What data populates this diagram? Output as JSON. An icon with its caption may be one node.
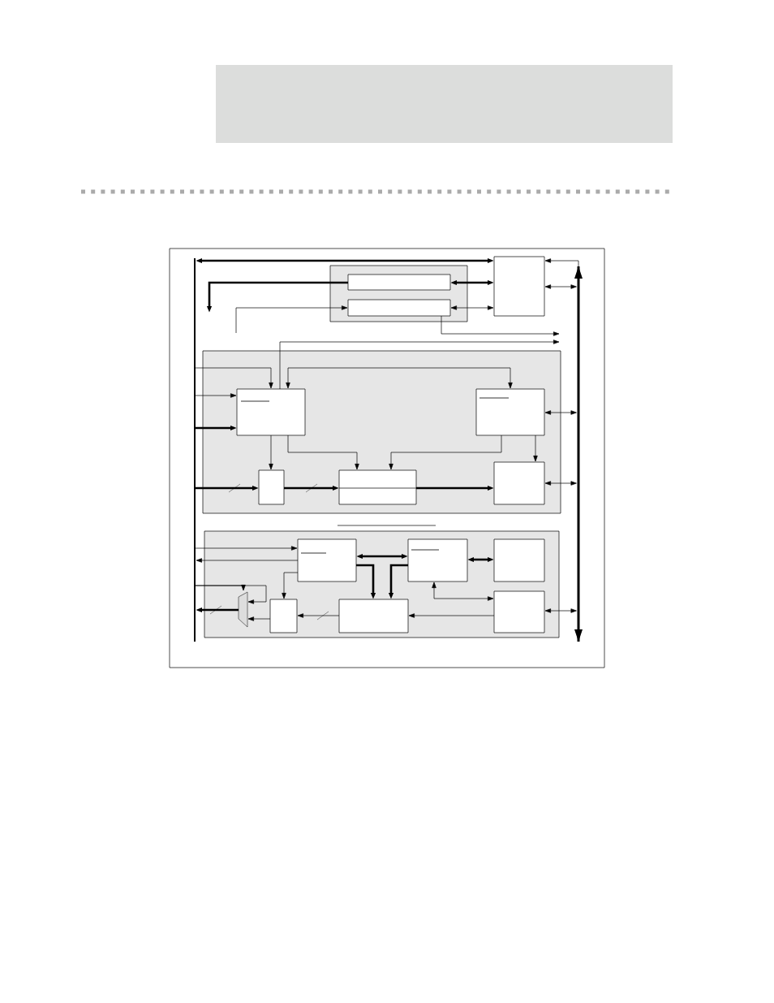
{
  "diagram": {
    "nodes": [
      {
        "text": [],
        "shape": "bar"
      },
      {
        "text": [],
        "shape": "bar"
      },
      {
        "text": [],
        "shape": "box"
      },
      {
        "text": [],
        "shape": "box",
        "in": 2
      },
      {
        "text": [],
        "shape": "box",
        "in": 2
      },
      {
        "text": [],
        "shape": "box"
      },
      {
        "text": [],
        "shape": "box"
      },
      {
        "text": [],
        "shape": "box",
        "in": 6
      },
      {
        "text": [],
        "shape": "box",
        "in": 6
      },
      {
        "text": [],
        "shape": "box",
        "in": 6
      },
      {
        "text": [],
        "shape": "box",
        "in": 6
      },
      {
        "text": [],
        "shape": "box",
        "in": 6
      },
      {
        "text": [],
        "shape": "box"
      },
      {
        "text": [],
        "shape": "box",
        "in": 12
      },
      {
        "text": [],
        "shape": "box",
        "in": 12
      },
      {
        "text": [],
        "shape": "box",
        "in": 12
      },
      {
        "text": [],
        "shape": "trapezoid",
        "in": 12
      },
      {
        "text": [],
        "shape": "box",
        "in": 12
      },
      {
        "text": [],
        "shape": "box",
        "in": 12
      },
      {
        "text": [],
        "shape": "box",
        "in": 12
      }
    ],
    "edges": [
      {
        "from": 0,
        "to": 5,
        "arrow": "both",
        "style": "thick"
      },
      {
        "from": 1,
        "to": 5,
        "arrow": "to"
      },
      {
        "from": 5,
        "to": 1,
        "arrow": "both"
      },
      {
        "from": 3,
        "to": 5,
        "arrow": "both",
        "style": "thick"
      },
      {
        "from": 4,
        "to": 5,
        "arrow": "both"
      },
      {
        "from": 3,
        "to": null,
        "arrow": "to",
        "style": "thick"
      },
      {
        "from": null,
        "to": 4,
        "arrow": "to"
      },
      {
        "from": 4,
        "to": null,
        "arrow": "to"
      },
      {
        "from": 7,
        "to": null,
        "arrow": "to"
      },
      {
        "from": 0,
        "to": 7,
        "arrow": "to"
      },
      {
        "from": 0,
        "to": 7,
        "arrow": "to"
      },
      {
        "from": 0,
        "to": 7,
        "arrow": "to",
        "style": "thick"
      },
      {
        "from": 7,
        "to": 8,
        "arrow": "both"
      },
      {
        "from": 8,
        "to": 1,
        "arrow": "both"
      },
      {
        "from": 7,
        "to": 9,
        "arrow": "to"
      },
      {
        "from": 7,
        "to": 10,
        "arrow": "to"
      },
      {
        "from": 8,
        "to": 10,
        "arrow": "to"
      },
      {
        "from": 8,
        "to": 11,
        "arrow": "to"
      },
      {
        "from": 0,
        "to": 9,
        "arrow": "to",
        "style": "thick"
      },
      {
        "from": 9,
        "to": 10,
        "arrow": "to",
        "style": "thick"
      },
      {
        "from": 10,
        "to": 11,
        "arrow": "to",
        "style": "thick"
      },
      {
        "from": 11,
        "to": 1,
        "arrow": "both"
      },
      {
        "from": 0,
        "to": 13,
        "arrow": "to"
      },
      {
        "from": 13,
        "to": 0,
        "arrow": "to"
      },
      {
        "from": 13,
        "to": 17,
        "arrow": "to"
      },
      {
        "from": 13,
        "to": 14,
        "arrow": "both",
        "style": "thick"
      },
      {
        "from": 13,
        "to": 18,
        "arrow": "to",
        "style": "thick"
      },
      {
        "from": 14,
        "to": 18,
        "arrow": "to",
        "style": "thick"
      },
      {
        "from": 14,
        "to": 15,
        "arrow": "both",
        "style": "thick"
      },
      {
        "from": 14,
        "to": 19,
        "arrow": "both"
      },
      {
        "from": 19,
        "to": 18,
        "arrow": "to"
      },
      {
        "from": 19,
        "to": 1,
        "arrow": "both"
      },
      {
        "from": 18,
        "to": 17,
        "arrow": "to"
      },
      {
        "from": 17,
        "to": 16,
        "arrow": "to"
      },
      {
        "from": 0,
        "to": 16,
        "arrow": "to"
      },
      {
        "from": 0,
        "to": 16,
        "arrow": "to"
      },
      {
        "from": 16,
        "to": 0,
        "arrow": "to",
        "style": "thick"
      }
    ]
  }
}
